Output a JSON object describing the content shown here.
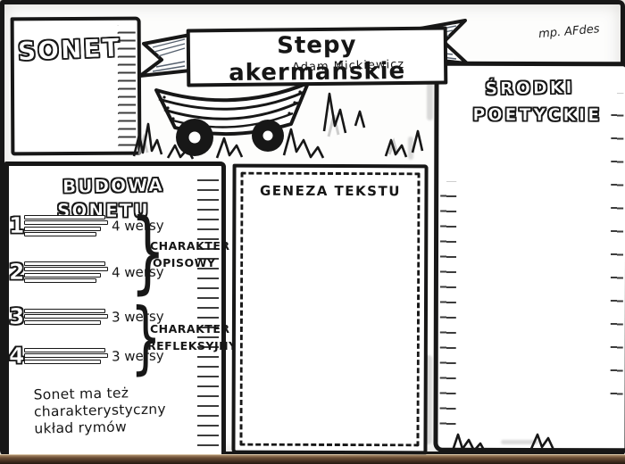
{
  "page": {
    "title": "Stepy akermańskie",
    "author": "Adam Mickiewicz",
    "signature": "mp. AFdes"
  },
  "sonet_box": {
    "label": "SONET"
  },
  "srodki_box": {
    "line1": "ŚRODKI",
    "line2": "POETYCKIE"
  },
  "budowa_box": {
    "heading_line1": "BUDOWA",
    "heading_line2": "SONETU",
    "stanzas": [
      {
        "number": "1",
        "bars": 4,
        "label": "4 wersy"
      },
      {
        "number": "2",
        "bars": 4,
        "label": "4 wersy"
      },
      {
        "number": "3",
        "bars": 3,
        "label": "3 wersy"
      },
      {
        "number": "4",
        "bars": 3,
        "label": "3 wersy"
      }
    ],
    "group1_label_line1": "CHARAKTER",
    "group1_label_line2": "OPISOWY",
    "group2_label_line1": "CHARAKTER",
    "group2_label_line2": "REFLEKSYJNY",
    "note_line1": "Sonet ma też",
    "note_line2": "charakterystyczny",
    "note_line3": "układ rymów"
  },
  "geneza_box": {
    "title": "GENEZA TEKSTU"
  },
  "colors": {
    "ink": "#171717",
    "paper": "#fdfdfc",
    "shadow": "#c6c6c6",
    "table_edge": "#6b4e36"
  }
}
